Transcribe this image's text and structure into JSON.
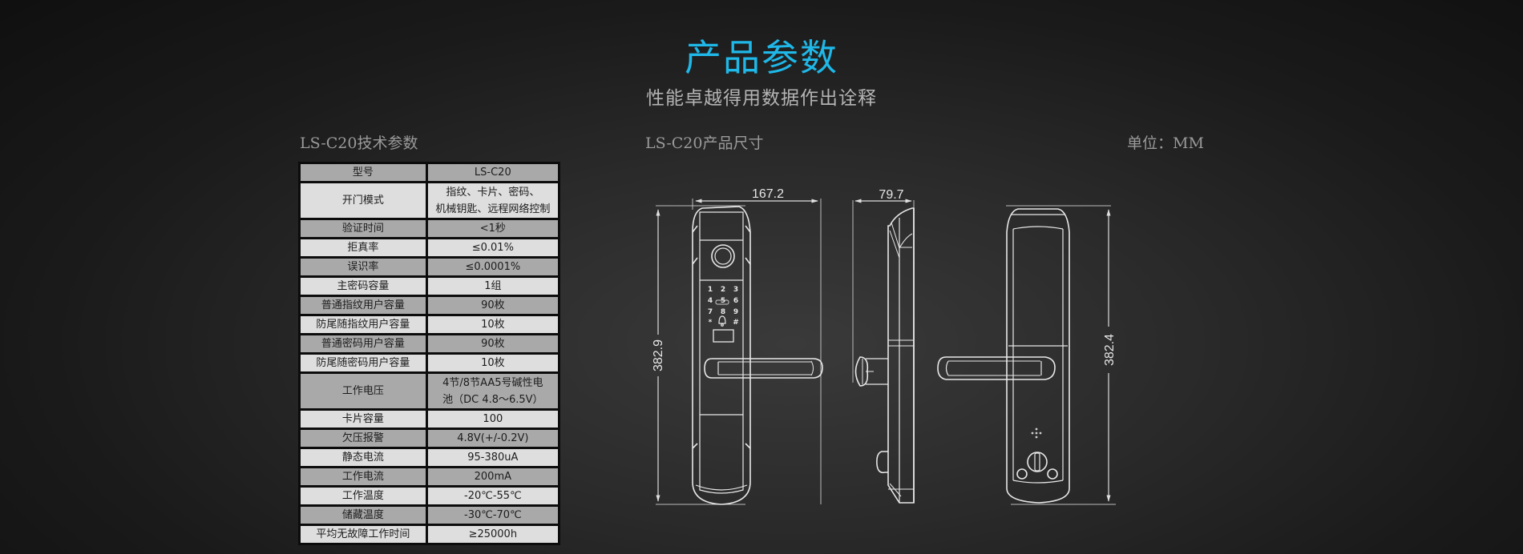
{
  "header": {
    "title": "产品参数",
    "subtitle": "性能卓越得用数据作出诠释",
    "accent_color": "#1fb8e8"
  },
  "specs": {
    "label": "LS-C20技术参数",
    "rows": [
      {
        "name": "型号",
        "value": "LS-C20"
      },
      {
        "name": "开门模式",
        "value": [
          "指纹、卡片、密码、",
          "机械钥匙、远程网络控制"
        ]
      },
      {
        "name": "验证时间",
        "value": "<1秒"
      },
      {
        "name": "拒真率",
        "value": "≤0.01%"
      },
      {
        "name": "误识率",
        "value": "≤0.0001%"
      },
      {
        "name": "主密码容量",
        "value": "1组"
      },
      {
        "name": "普通指纹用户容量",
        "value": "90枚"
      },
      {
        "name": "防尾随指纹用户容量",
        "value": "10枚"
      },
      {
        "name": "普通密码用户容量",
        "value": "90枚"
      },
      {
        "name": "防尾随密码用户容量",
        "value": "10枚"
      },
      {
        "name": "工作电压",
        "value": [
          "4节/8节AA5号碱性电",
          "池（DC 4.8～6.5V）"
        ]
      },
      {
        "name": "卡片容量",
        "value": "100"
      },
      {
        "name": "欠压报警",
        "value": "4.8V(+/-0.2V)"
      },
      {
        "name": "静态电流",
        "value": "95-380uA"
      },
      {
        "name": "工作电流",
        "value": "200mA"
      },
      {
        "name": "工作温度",
        "value": "-20℃-55℃"
      },
      {
        "name": "储藏温度",
        "value": "-30℃-70℃"
      },
      {
        "name": "平均无故障工作时间",
        "value": "≥25000h"
      }
    ]
  },
  "dimensions": {
    "label": "LS-C20产品尺寸",
    "unit_label": "单位：MM",
    "front_width": "167.2",
    "front_height": "382.9",
    "side_depth": "79.7",
    "back_height": "382.4",
    "keypad_keys": [
      "1",
      "2",
      "3",
      "4",
      "5",
      "6",
      "7",
      "8",
      "9",
      "*",
      "",
      "#"
    ]
  }
}
